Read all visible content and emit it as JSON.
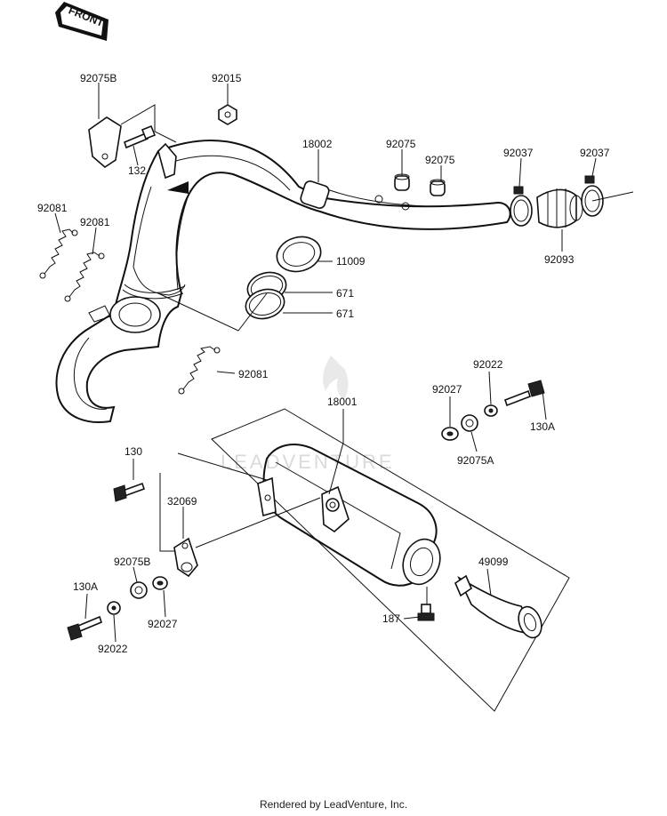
{
  "front_label": "FRONT",
  "watermark": "LEADVENTURE",
  "footer": "Rendered by LeadVenture, Inc.",
  "labels": {
    "p92075B_top": "92075B",
    "p92015": "92015",
    "p132": "132",
    "p18002": "18002",
    "p92075_a": "92075",
    "p92075_b": "92075",
    "p92037_a": "92037",
    "p92037_b": "92037",
    "p92081_a": "92081",
    "p92081_b": "92081",
    "p92081_c": "92081",
    "p11009": "11009",
    "p671_a": "671",
    "p671_b": "671",
    "p92093": "92093",
    "p18001": "18001",
    "p92027_top": "92027",
    "p92022_top": "92022",
    "p130A_right": "130A",
    "p92075A": "92075A",
    "p130": "130",
    "p32069": "32069",
    "p92075B_bottom": "92075B",
    "p130A_left": "130A",
    "p92027_bottom": "92027",
    "p92022_bottom": "92022",
    "p49099": "49099",
    "p187": "187"
  }
}
